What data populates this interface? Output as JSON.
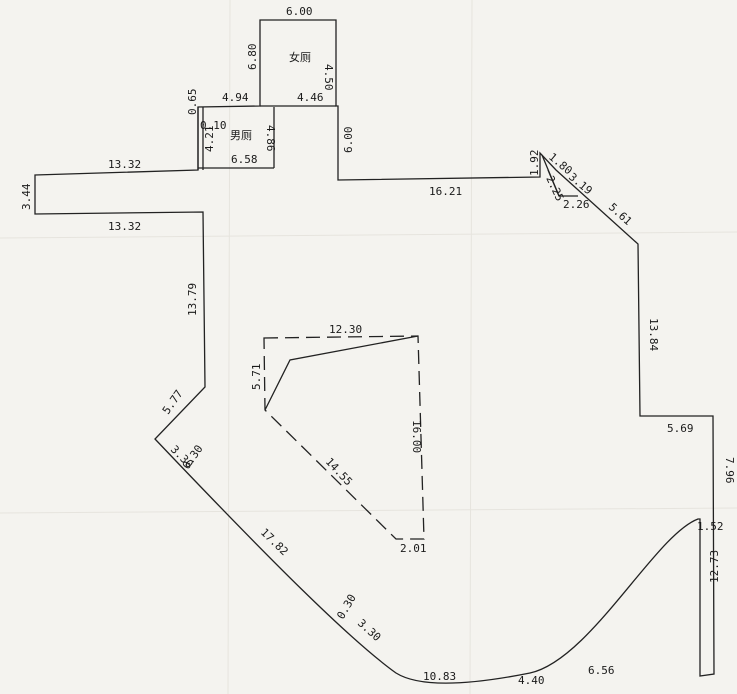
{
  "rooms": {
    "women_toilet": "女厕",
    "men_toilet": "男厕"
  },
  "dimensions": {
    "top_wall": "6.00",
    "women_left": "6.80",
    "women_right": "4.50",
    "women_bottom": "4.46",
    "ledge_top": "4.94",
    "ledge_short": "0.65",
    "men_gap": "0.10",
    "men_left": "4.21",
    "men_right": "4.86",
    "men_bottom": "6.58",
    "right_drop": "6.00",
    "west_top": "13.32",
    "west_end": "3.44",
    "west_bottom": "13.32",
    "middle_long": "16.21",
    "notch_vertical": "1.92",
    "notch_top": "1.80",
    "notch_diag": "3.19",
    "notch_inner": "2.25",
    "notch_base": "2.26",
    "east_diag": "5.61",
    "east_vertical": "13.84",
    "step_horizontal": "5.69",
    "step_vertical": "7.96",
    "step_short": "1.52",
    "south_east": "12.73",
    "west_vertical": "13.79",
    "west_diag": "5.77",
    "sw_short": "3.30",
    "sw_tiny": "0.30",
    "south_diag": "17.82",
    "south_tiny": "0.30",
    "south_short": "3.30",
    "curve_a": "10.83",
    "curve_b": "4.40",
    "curve_c": "6.56",
    "island_top": "12.30",
    "island_left": "5.71",
    "island_right": "16.00",
    "island_diag": "14.55",
    "island_bottom": "2.01"
  },
  "colors": {
    "line": "#222222",
    "paper": "#f4f3ef"
  }
}
